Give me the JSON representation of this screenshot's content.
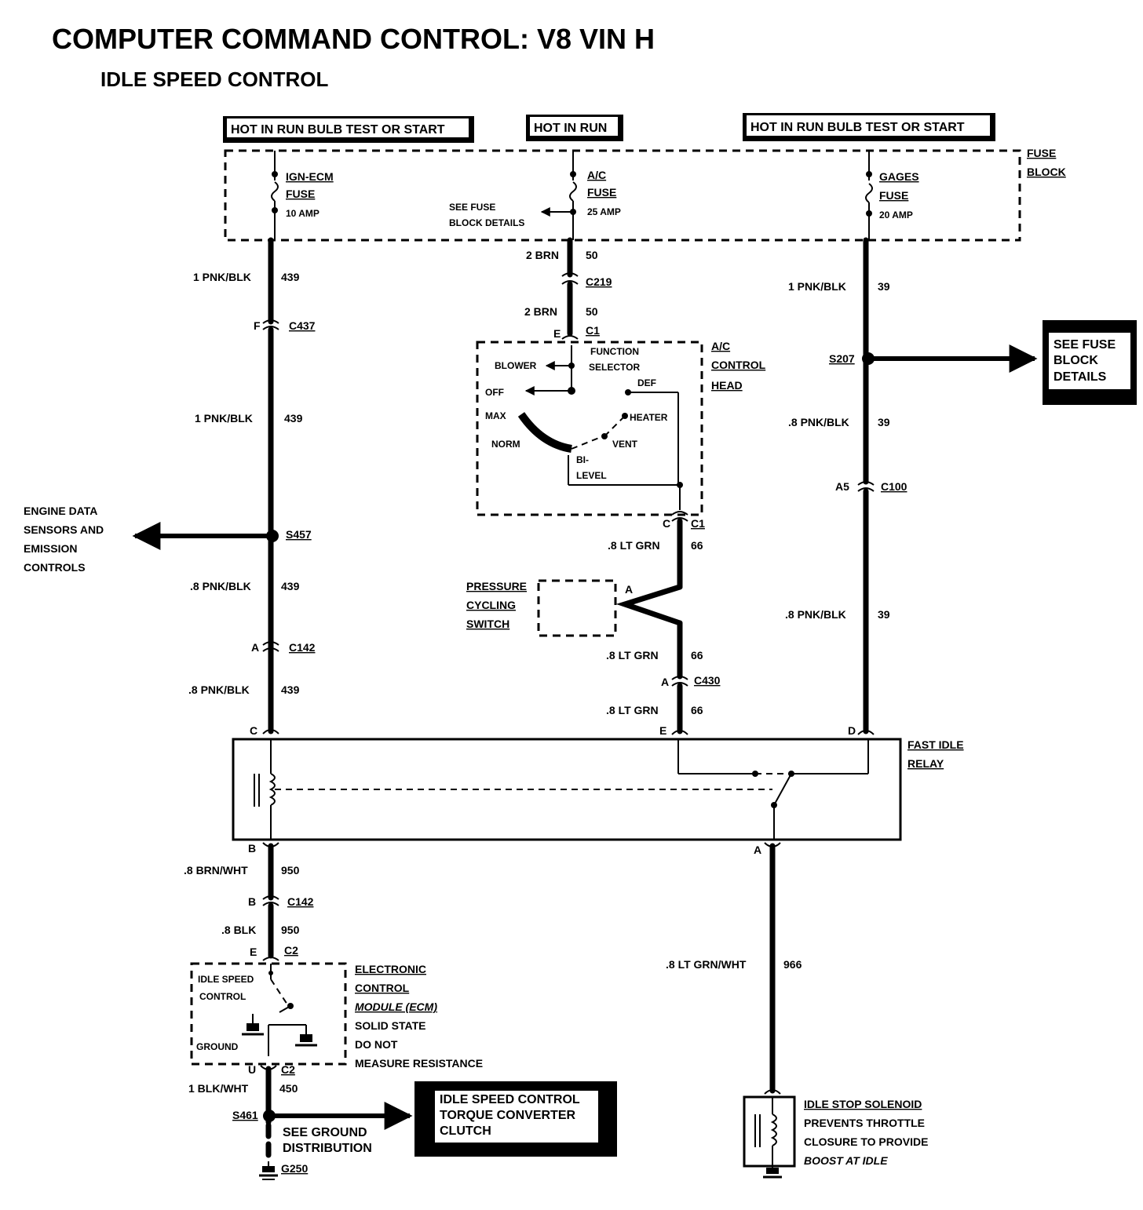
{
  "title": "COMPUTER COMMAND CONTROL: V8 VIN H",
  "subtitle": "IDLE SPEED CONTROL",
  "headers": {
    "left": "HOT IN RUN BULB TEST OR START",
    "center": "HOT IN RUN",
    "right": "HOT IN RUN BULB TEST OR START"
  },
  "fuse_block": {
    "label1": "FUSE",
    "label2": "BLOCK",
    "ign_ecm": {
      "name": "IGN-ECM",
      "word": "FUSE",
      "rating": "10 AMP"
    },
    "ac": {
      "name": "A/C",
      "word": "FUSE",
      "rating": "25 AMP"
    },
    "gages": {
      "name": "GAGES",
      "word": "FUSE",
      "rating": "20 AMP"
    },
    "see_details_1": "SEE FUSE",
    "see_details_2": "BLOCK DETAILS"
  },
  "left_circuit": {
    "w1_color": "1 PNK/BLK",
    "w1_num": "439",
    "c437_pin": "F",
    "c437": "C437",
    "w2_color": "1 PNK/BLK",
    "w2_num": "439",
    "s457": "S457",
    "engine_1": "ENGINE DATA",
    "engine_2": "SENSORS AND",
    "engine_3": "EMISSION",
    "engine_4": "CONTROLS",
    "w3_color": ".8 PNK/BLK",
    "w3_num": "439",
    "c142_pin": "A",
    "c142": "C142",
    "w4_color": ".8 PNK/BLK",
    "w4_num": "439",
    "relay_pin": "C"
  },
  "center_circuit": {
    "w1_color": "2 BRN",
    "w1_num": "50",
    "c219": "C219",
    "w2_color": "2 BRN",
    "w2_num": "50",
    "c1_pin": "E",
    "c1": "C1",
    "function_1": "FUNCTION",
    "function_2": "SELECTOR",
    "blower": "BLOWER",
    "off": "OFF",
    "def": "DEF",
    "max": "MAX",
    "heater": "HEATER",
    "norm": "NORM",
    "vent": "VENT",
    "bi": "BI-",
    "level": "LEVEL",
    "ac_head_1": "A/C",
    "ac_head_2": "CONTROL",
    "ac_head_3": "HEAD",
    "c1b_pin": "C",
    "c1b": "C1",
    "w3_color": ".8 LT GRN",
    "w3_num": "66",
    "psw_1": "PRESSURE",
    "psw_2": "CYCLING",
    "psw_3": "SWITCH",
    "psw_pin": "A",
    "w4_color": ".8 LT GRN",
    "w4_num": "66",
    "c430_pin": "A",
    "c430": "C430",
    "w5_color": ".8 LT GRN",
    "w5_num": "66",
    "relay_pin": "E"
  },
  "right_circuit": {
    "w1_color": "1 PNK/BLK",
    "w1_num": "39",
    "s207": "S207",
    "see_1": "SEE FUSE",
    "see_2": "BLOCK",
    "see_3": "DETAILS",
    "w2_color": ".8 PNK/BLK",
    "w2_num": "39",
    "c100_pin": "A5",
    "c100": "C100",
    "w3_color": ".8 PNK/BLK",
    "w3_num": "39",
    "relay_pin": "D"
  },
  "relay": {
    "label1": "FAST IDLE",
    "label2": "RELAY",
    "pin_b": "B",
    "pin_a": "A"
  },
  "lower_left": {
    "w1_color": ".8 BRN/WHT",
    "w1_num": "950",
    "c142_pin": "B",
    "c142": "C142",
    "w2_color": ".8 BLK",
    "w2_num": "950",
    "c2_pin": "E",
    "c2": "C2",
    "isc_1": "IDLE SPEED",
    "isc_2": "CONTROL",
    "ground": "GROUND",
    "ecm_1": "ELECTRONIC",
    "ecm_2": "CONTROL",
    "ecm_3": "MODULE (ECM)",
    "ecm_4": "SOLID STATE",
    "ecm_5": "DO NOT",
    "ecm_6": "MEASURE RESISTANCE",
    "c2b_pin": "U",
    "c2b": "C2",
    "w3_color": "1 BLK/WHT",
    "w3_num": "450",
    "s461": "S461",
    "see_gnd_1": "SEE GROUND",
    "see_gnd_2": "DISTRIBUTION",
    "g250": "G250",
    "box_1": "IDLE SPEED CONTROL",
    "box_2": "TORQUE CONVERTER",
    "box_3": "CLUTCH"
  },
  "lower_right": {
    "w1_color": ".8 LT GRN/WHT",
    "w1_num": "966",
    "sol_1": "IDLE STOP SOLENOID",
    "sol_2": "PREVENTS THROTTLE",
    "sol_3": "CLOSURE TO PROVIDE",
    "sol_4": "BOOST AT IDLE"
  }
}
